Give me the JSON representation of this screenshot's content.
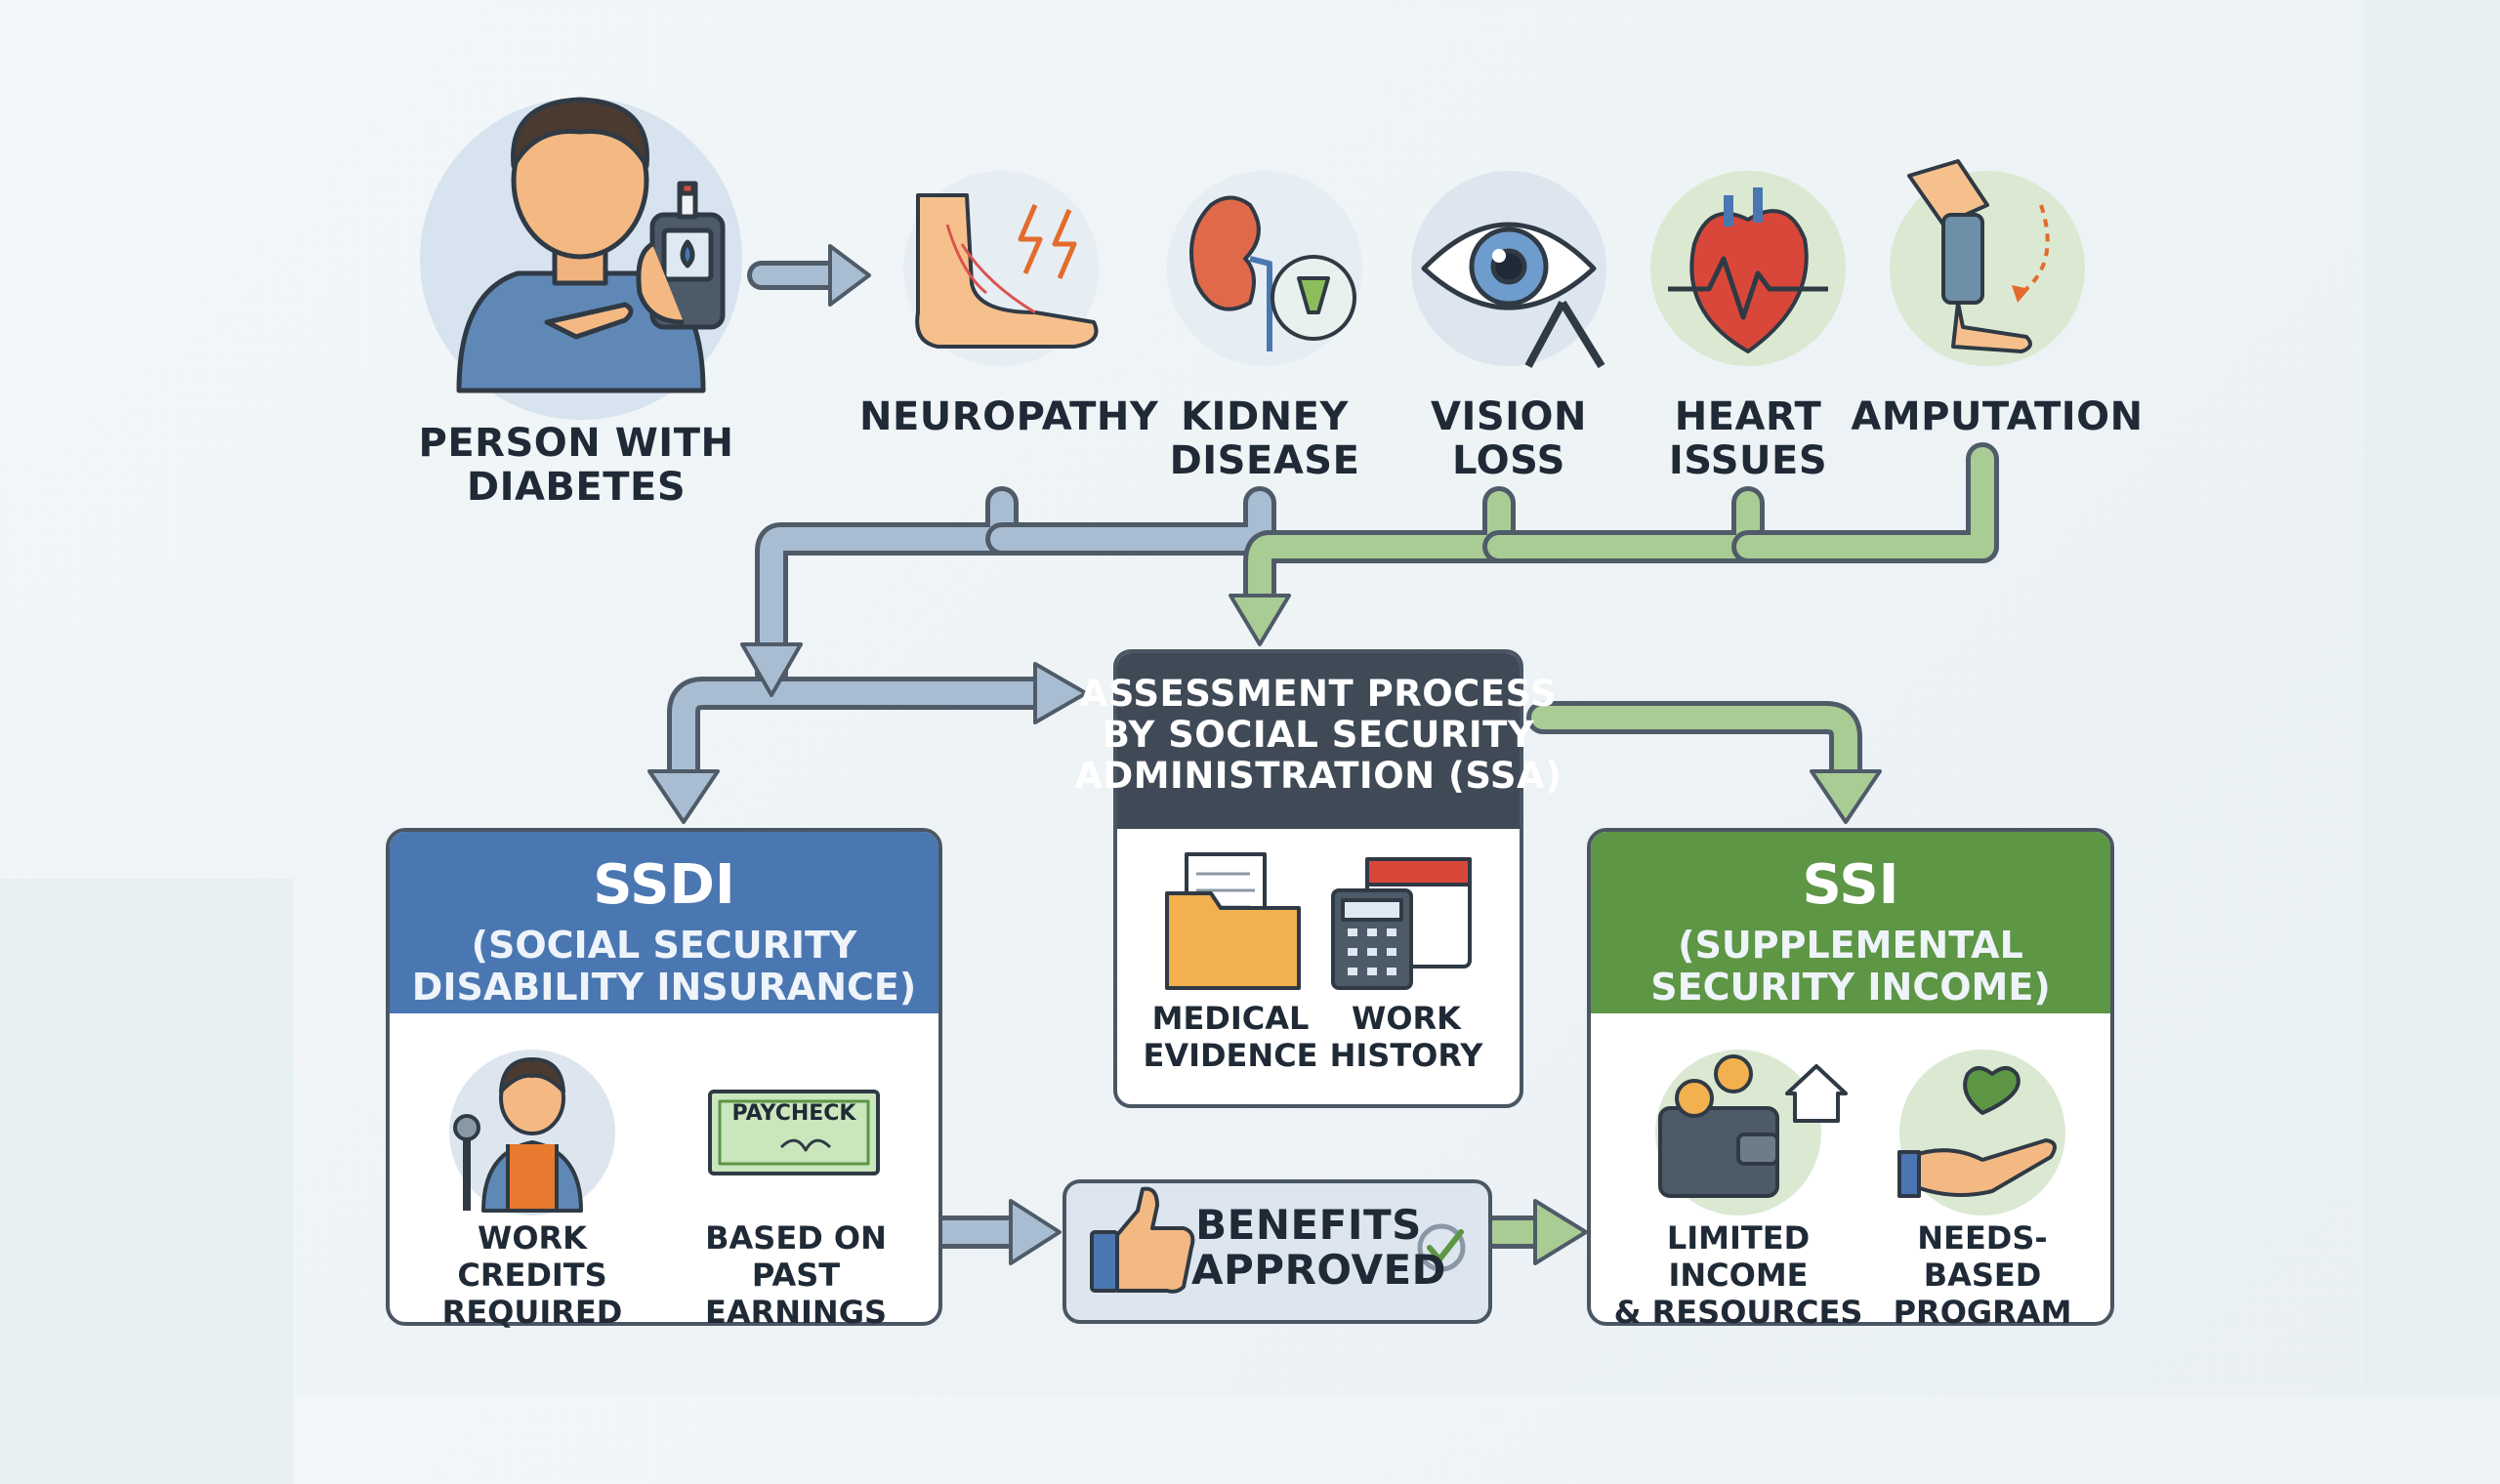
{
  "person": {
    "label_line1": "PERSON WITH",
    "label_line2": "DIABETES"
  },
  "complications": [
    {
      "line1": "NEUROPATHY",
      "line2": "",
      "icon": "foot-nerve-pain-icon"
    },
    {
      "line1": "KIDNEY",
      "line2": "DISEASE",
      "icon": "kidney-icon"
    },
    {
      "line1": "VISION",
      "line2": "LOSS",
      "icon": "eye-icon"
    },
    {
      "line1": "HEART",
      "line2": "ISSUES",
      "icon": "heart-icon"
    },
    {
      "line1": "AMPUTATION",
      "line2": "",
      "icon": "prosthetic-leg-icon"
    }
  ],
  "assessment": {
    "line1": "ASSESSMENT PROCESS",
    "line2": "BY SOCIAL SECURITY",
    "line3": "ADMINISTRATION (SSA)",
    "items": [
      {
        "line1": "MEDICAL",
        "line2": "EVIDENCE",
        "icon": "folder-documents-icon"
      },
      {
        "line1": "WORK",
        "line2": "HISTORY",
        "icon": "calculator-calendar-icon"
      }
    ]
  },
  "ssdi": {
    "title": "SSDI",
    "sub1": "(SOCIAL SECURITY",
    "sub2": "DISABILITY INSURANCE)",
    "items": [
      {
        "line1": "WORK CREDITS",
        "line2": "REQUIRED",
        "icon": "worker-icon"
      },
      {
        "line1": "BASED ON",
        "line2": "PAST EARNINGS",
        "icon": "paycheck-icon",
        "badge": "PAYCHECK"
      }
    ]
  },
  "ssi": {
    "title": "SSI",
    "sub1": "(SUPPLEMENTAL",
    "sub2": "SECURITY INCOME)",
    "items": [
      {
        "line1": "LIMITED INCOME",
        "line2": "& RESOURCES",
        "icon": "wallet-coins-house-icon"
      },
      {
        "line1": "NEEDS-BASED",
        "line2": "PROGRAM",
        "icon": "hand-heart-icon"
      }
    ]
  },
  "benefits": {
    "line1": "BENEFITS",
    "line2": "APPROVED",
    "icon": "thumbs-up-icon"
  },
  "colors": {
    "blue": "#4a77b2",
    "green": "#5d9645",
    "dark": "#3f4a56",
    "arrow_blue": "#a9bdd2",
    "arrow_green": "#a9cc95"
  }
}
